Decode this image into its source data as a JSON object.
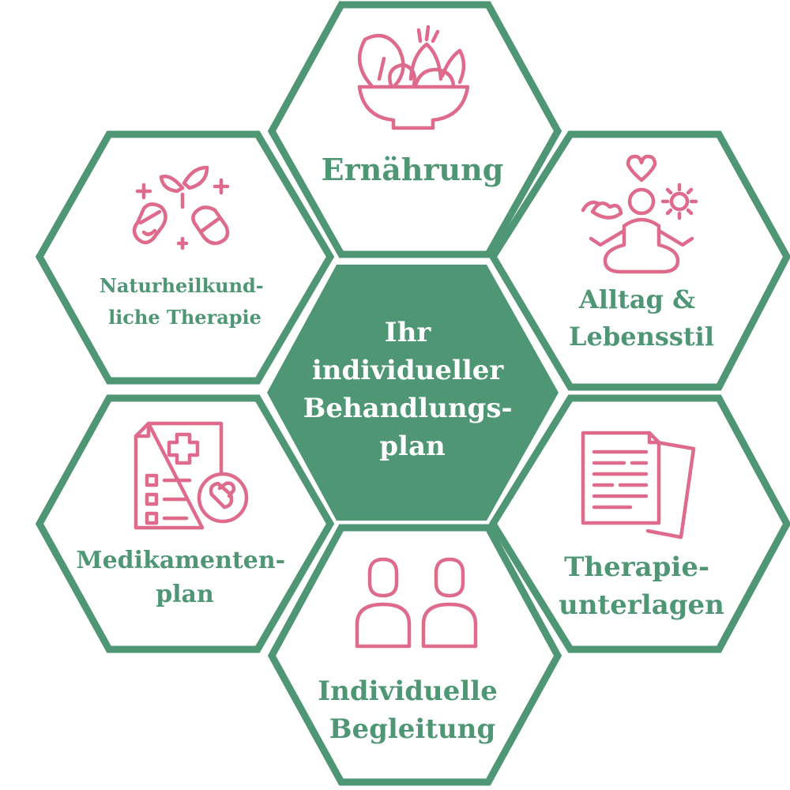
{
  "colors": {
    "green": "#4f9774",
    "pink": "#de6b8b",
    "white": "#ffffff",
    "center_text": "#ffffff"
  },
  "center": {
    "label_lines": [
      "Ihr",
      "individueller",
      "Behandlungs-",
      "plan"
    ]
  },
  "segments": [
    {
      "key": "ernaehrung",
      "icon": "salad-bowl-icon",
      "label_lines": [
        "Ernährung"
      ]
    },
    {
      "key": "alltag",
      "icon": "meditation-icon",
      "label_lines": [
        "Alltag &",
        "Lebensstil"
      ]
    },
    {
      "key": "therapieunterlagen",
      "icon": "documents-icon",
      "label_lines": [
        "Therapie-",
        "unterlagen"
      ]
    },
    {
      "key": "begleitung",
      "icon": "people-icon",
      "label_lines": [
        "Individuelle",
        "Begleitung"
      ]
    },
    {
      "key": "medikamentenplan",
      "icon": "medication-list-icon",
      "label_lines": [
        "Medikamenten-",
        "plan"
      ]
    },
    {
      "key": "naturheilkunde",
      "icon": "herbal-capsules-icon",
      "label_lines": [
        "Naturheilkund-",
        "liche Therapie"
      ]
    }
  ]
}
